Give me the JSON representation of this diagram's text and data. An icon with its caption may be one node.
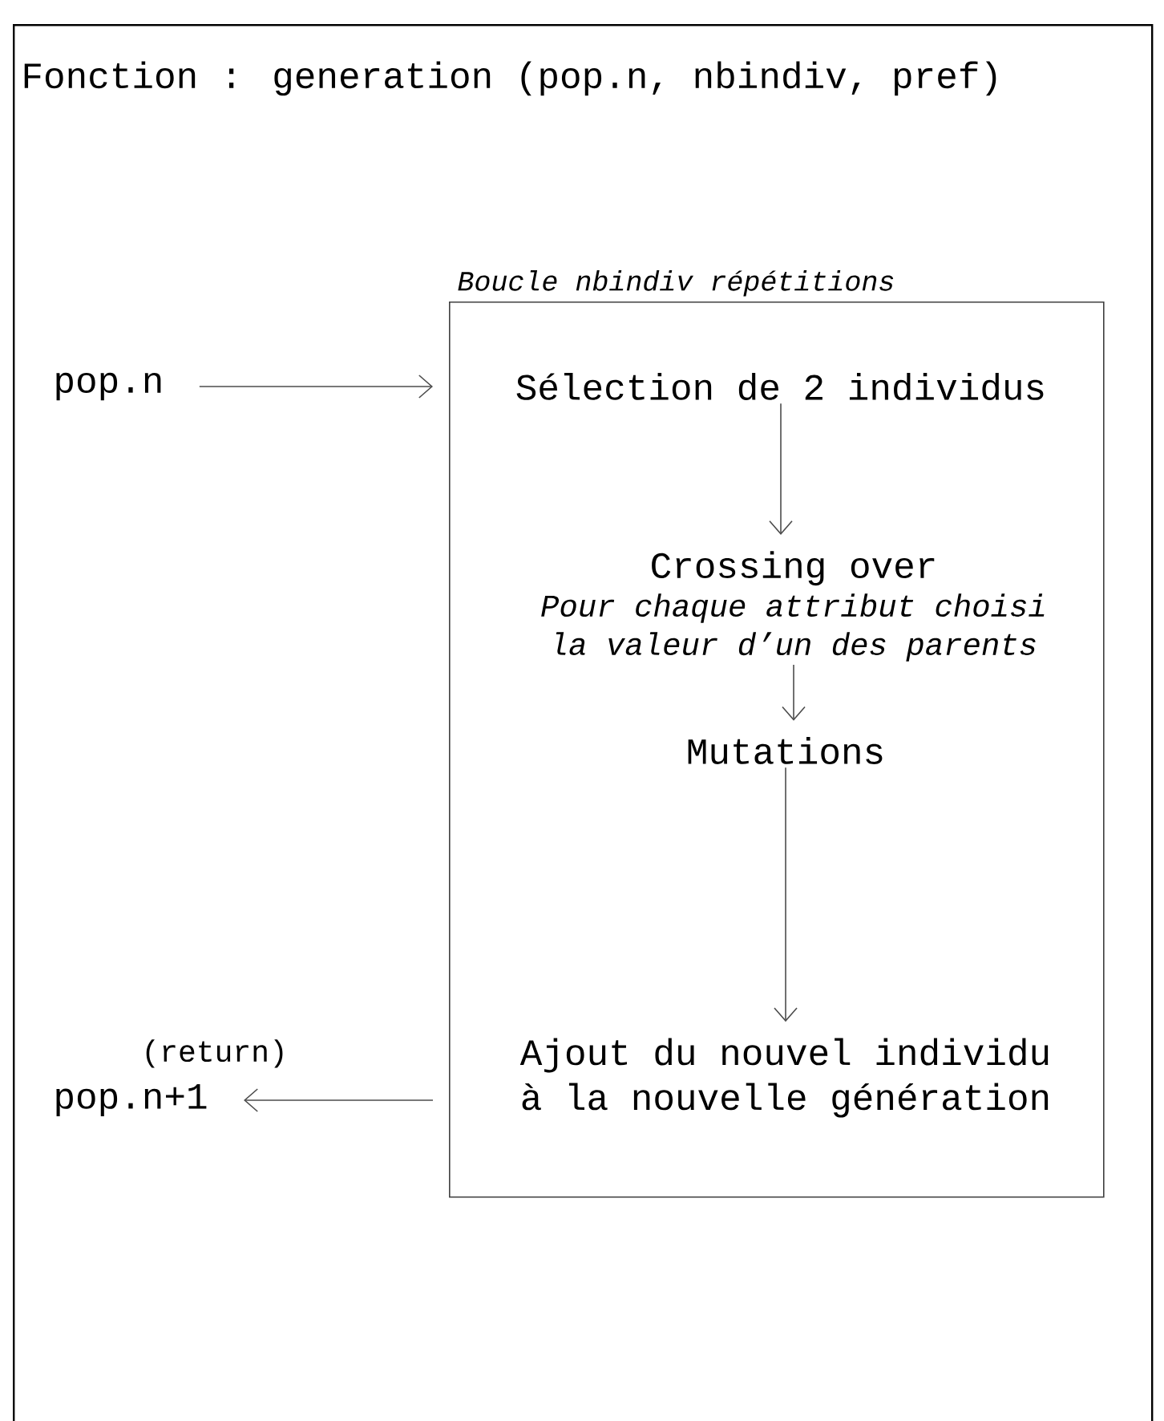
{
  "diagram": {
    "nodes": [
      {
        "text": [
          "Fonction : generation (pop.n, nbindiv, pref)"
        ]
      },
      {
        "text": [
          "Boucle nbindiv répétitions"
        ],
        "in": 0
      },
      {
        "text": [
          "pop.n"
        ],
        "in": 0
      },
      {
        "text": [
          "Sélection de 2 individus"
        ],
        "in": 1
      },
      {
        "text": [
          "Crossing over",
          "Pour chaque attribut choisi la valeur d’un des parents"
        ],
        "in": 1
      },
      {
        "text": [
          "Mutations"
        ],
        "in": 1
      },
      {
        "text": [
          "Ajout du nouvel individu à la nouvelle génération"
        ],
        "in": 1
      },
      {
        "text": [
          "pop.n+1"
        ],
        "beside": [
          "(return)"
        ],
        "in": 0
      }
    ],
    "edges": [
      {
        "from": 2,
        "to": 1,
        "arrow": "to"
      },
      {
        "from": 3,
        "to": 4,
        "arrow": "to"
      },
      {
        "from": 4,
        "to": 5,
        "arrow": "to"
      },
      {
        "from": 5,
        "to": 6,
        "arrow": "to"
      },
      {
        "from": 1,
        "to": 7,
        "arrow": "to"
      }
    ]
  }
}
